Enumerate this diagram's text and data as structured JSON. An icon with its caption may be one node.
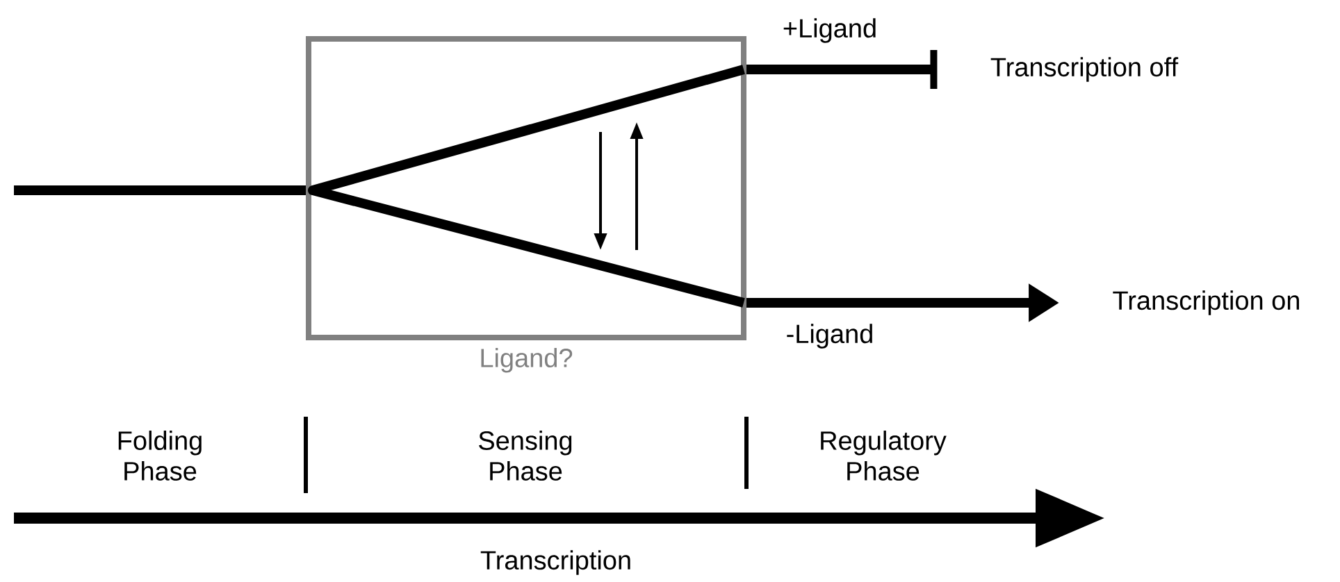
{
  "diagram": {
    "nodes": [
      {
        "text": [
          "Ligand?"
        ]
      },
      {
        "text": [
          "Transcription off"
        ]
      },
      {
        "text": [
          "Transcription on"
        ]
      }
    ],
    "edges": [
      {
        "from": null,
        "to": 0,
        "arrow": "none"
      },
      {
        "from": 0,
        "to": 1,
        "arrow": "other",
        "label": "+Ligand"
      },
      {
        "from": 0,
        "to": 2,
        "arrow": "to",
        "label": "-Ligand"
      }
    ],
    "labels": [
      "Folding Phase",
      "Sensing Phase",
      "Regulatory Phase",
      "Transcription"
    ]
  }
}
